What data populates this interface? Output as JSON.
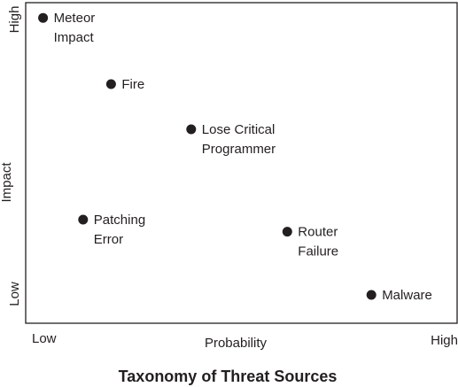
{
  "chart_data": {
    "type": "scatter",
    "title": "",
    "caption": "Taxonomy of Threat Sources",
    "xlabel": "Probability",
    "ylabel": "Impact",
    "x_tick_labels": {
      "low": "Low",
      "high": "High"
    },
    "y_tick_labels": {
      "low": "Low",
      "high": "High"
    },
    "xlim": [
      0,
      1
    ],
    "ylim": [
      0,
      1
    ],
    "grid": false,
    "legend": "none",
    "marker_color": "#231f20",
    "points": [
      {
        "label": [
          "Meteor",
          "Impact"
        ],
        "x": 0.03,
        "y": 0.97
      },
      {
        "label": [
          "Fire"
        ],
        "x": 0.2,
        "y": 0.75
      },
      {
        "label": [
          "Lose Critical",
          "Programmer"
        ],
        "x": 0.4,
        "y": 0.6
      },
      {
        "label": [
          "Patching",
          "Error"
        ],
        "x": 0.13,
        "y": 0.3
      },
      {
        "label": [
          "Router",
          "Failure"
        ],
        "x": 0.64,
        "y": 0.26
      },
      {
        "label": [
          "Malware"
        ],
        "x": 0.85,
        "y": 0.05
      }
    ]
  }
}
